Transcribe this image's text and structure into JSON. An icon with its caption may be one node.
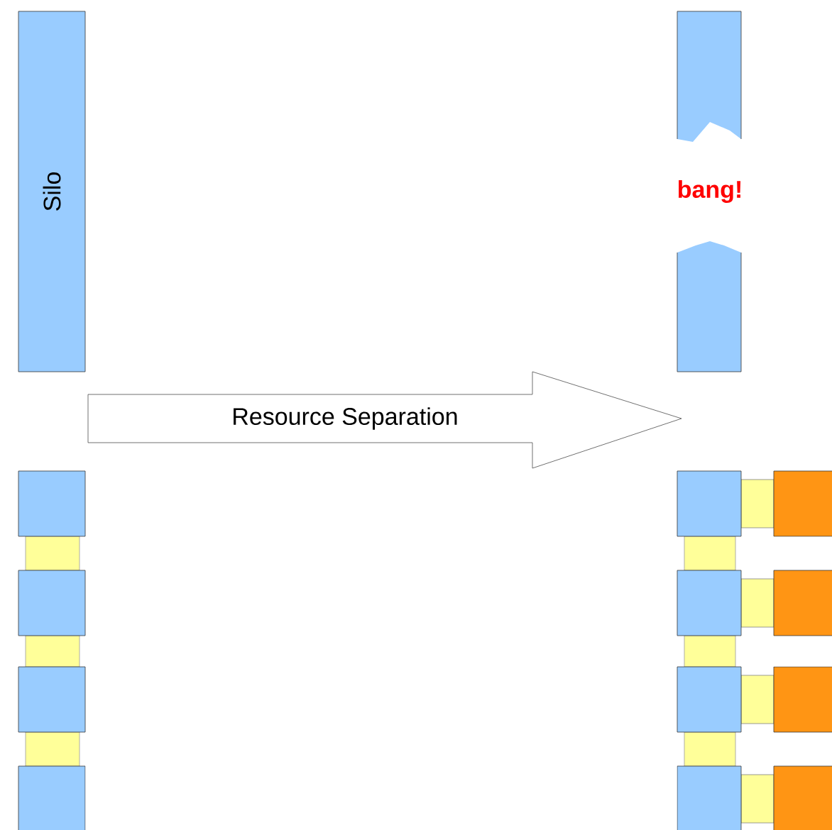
{
  "diagram": {
    "nodes": [
      {
        "text": [
          "Silo"
        ]
      },
      {
        "text": [
          "Resource Separation"
        ]
      }
    ],
    "labels": [
      "bang!"
    ]
  }
}
